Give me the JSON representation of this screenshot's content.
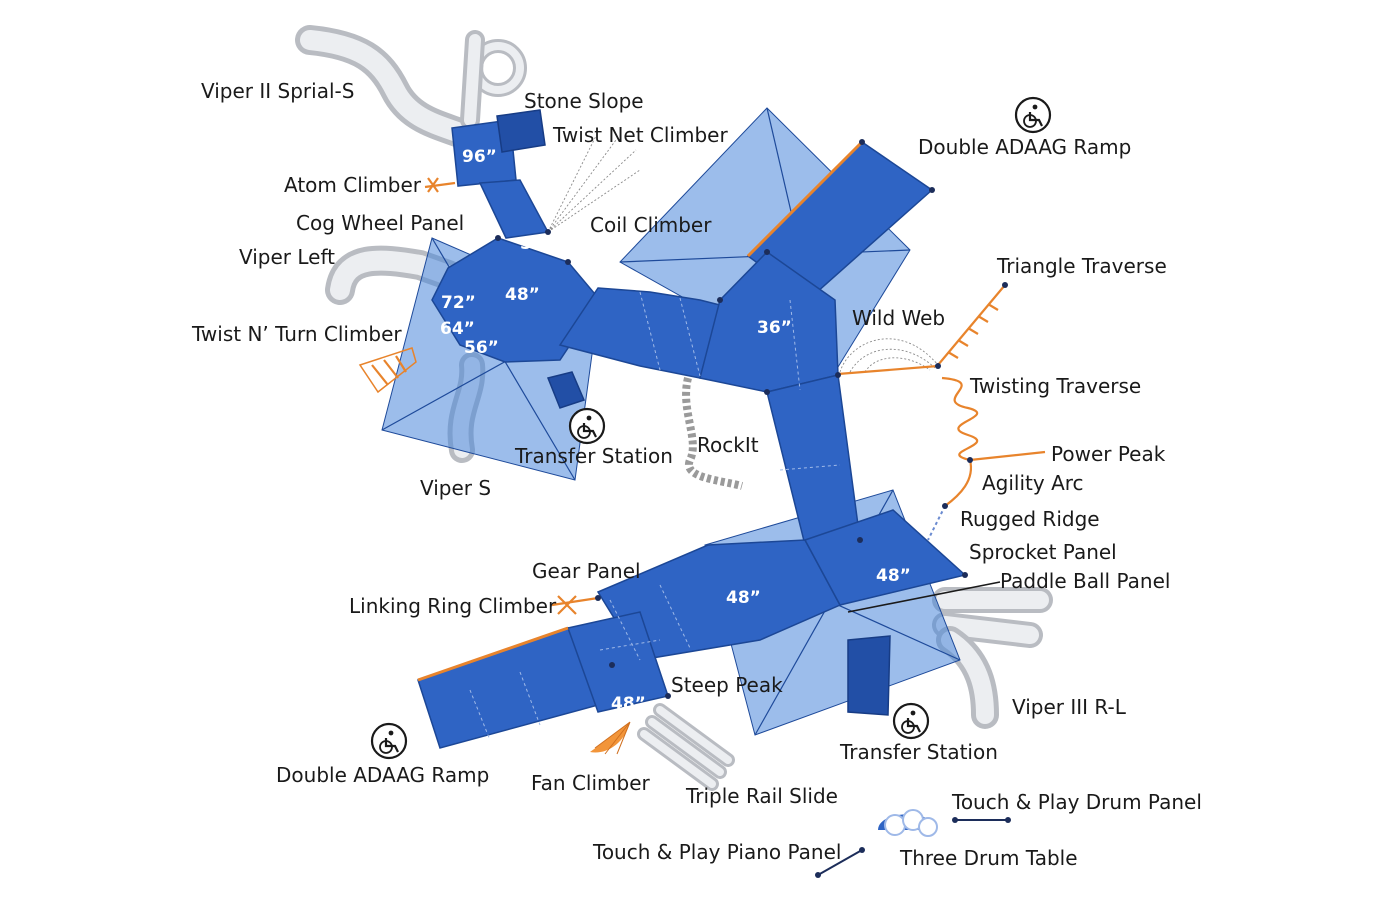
{
  "labels": {
    "viper_ii_spiral": "Viper II Sprial-S",
    "stone_slope": "Stone Slope",
    "twist_net_climber": "Twist Net Climber",
    "double_adaag_ramp_top": "Double ADAAG Ramp",
    "atom_climber": "Atom Climber",
    "cog_wheel_panel": "Cog Wheel Panel",
    "coil_climber": "Coil Climber",
    "viper_left": "Viper Left",
    "triangle_traverse": "Triangle Traverse",
    "twist_n_turn_climber": "Twist N’ Turn Climber",
    "wild_web": "Wild Web",
    "twisting_traverse": "Twisting Traverse",
    "rockit": "RockIt",
    "transfer_station_top": "Transfer Station",
    "power_peak": "Power Peak",
    "viper_s": "Viper S",
    "agility_arc": "Agility Arc",
    "rugged_ridge": "Rugged Ridge",
    "sprocket_panel": "Sprocket Panel",
    "gear_panel": "Gear Panel",
    "paddle_ball_panel": "Paddle Ball Panel",
    "linking_ring_climber": "Linking Ring Climber",
    "steep_peak": "Steep Peak",
    "viper_iii": "Viper III R-L",
    "double_adaag_ramp_bottom": "Double ADAAG Ramp",
    "transfer_station_bottom": "Transfer Station",
    "fan_climber": "Fan Climber",
    "triple_rail_slide": "Triple Rail Slide",
    "touch_play_drum_panel": "Touch & Play Drum Panel",
    "touch_play_piano_panel": "Touch & Play Piano Panel",
    "three_drum_table": "Three Drum Table"
  },
  "heights": {
    "h96": "96”",
    "h56_top": "56”",
    "h48_left": "48”",
    "h72": "72”",
    "h64": "64”",
    "h56_low": "56”",
    "h36": "36”",
    "h48_right": "48”",
    "h48_mid": "48”",
    "h48_bottom": "48”"
  },
  "colors": {
    "deck": "#2f64c4",
    "roof": "#4a86db",
    "accent_orange": "#e8842c",
    "slide": "#b9bcc2"
  },
  "icons": {
    "accessibility": "wheelchair-icon"
  }
}
